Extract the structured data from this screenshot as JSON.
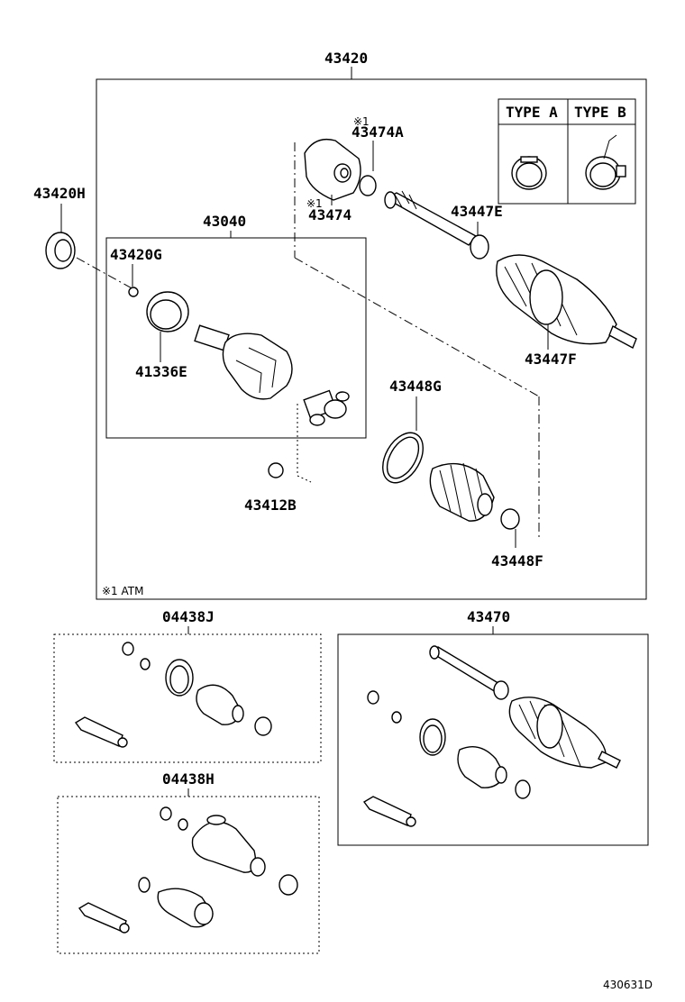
{
  "labels": {
    "assy_43420": "43420",
    "p_43420H": "43420H",
    "p_43040": "43040",
    "p_43420G": "43420G",
    "p_41336E": "41336E",
    "note_mark_1": "※1",
    "p_43474A": "43474A",
    "note_mark_2": "※1",
    "p_43474": "43474",
    "p_43447E": "43447E",
    "p_43447F": "43447F",
    "p_43448G": "43448G",
    "p_43412B": "43412B",
    "p_43448F": "43448F",
    "note_atm": "※1 ATM",
    "kit_04438J": "04438J",
    "kit_04438H": "04438H",
    "assy_43470": "43470",
    "diagram_code": "430631D"
  },
  "type_table": {
    "type_a": "TYPE A",
    "type_b": "TYPE B"
  }
}
